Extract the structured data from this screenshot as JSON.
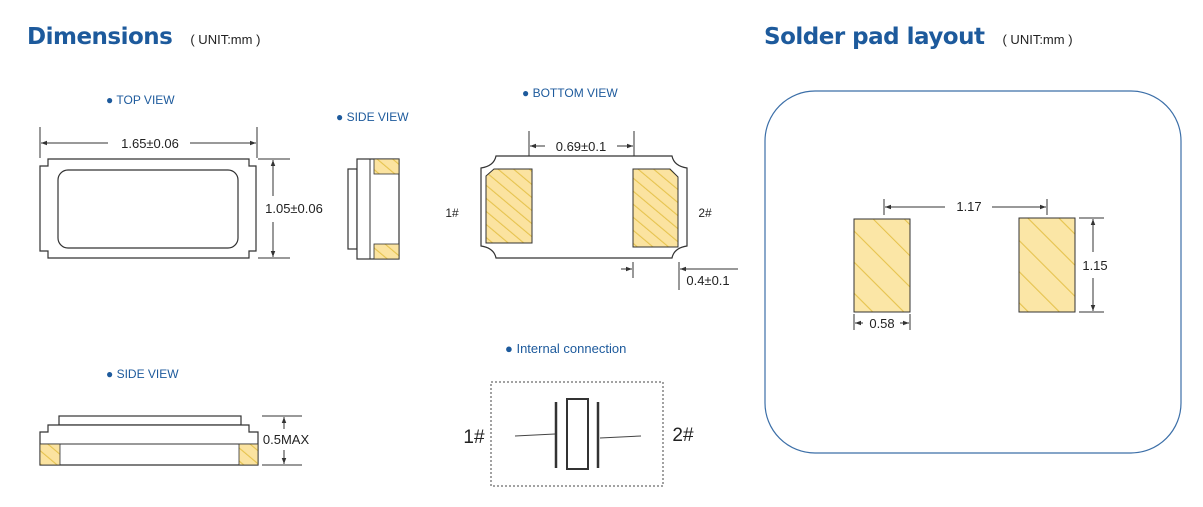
{
  "dimensions": {
    "title": "Dimensions",
    "unit": "( UNIT:mm )",
    "top_view": {
      "label": "● TOP VIEW",
      "width": "1.65±0.06",
      "height": "1.05±0.06"
    },
    "side_view_small": {
      "label": "● SIDE VIEW"
    },
    "bottom_view": {
      "label": "● BOTTOM VIEW",
      "pad_spacing": "0.69±0.1",
      "pad_width": "0.4±0.1",
      "pin1": "1#",
      "pin2": "2#"
    },
    "side_view_large": {
      "label": "● SIDE VIEW",
      "max_height": "0.5MAX"
    },
    "internal": {
      "label": "● Internal connection",
      "pin1": "1#",
      "pin2": "2#"
    }
  },
  "solder": {
    "title": "Solder pad layout",
    "unit": "( UNIT:mm )",
    "spacing": "1.17",
    "height": "1.15",
    "pad_width": "0.58"
  },
  "colors": {
    "title": "#1d5a9c",
    "bullet": "#1d5a9c",
    "pad_fill": "#fbe3a0",
    "pad_hatch": "#e6c34e",
    "outline": "#333333",
    "frame": "#3c6fa8"
  }
}
